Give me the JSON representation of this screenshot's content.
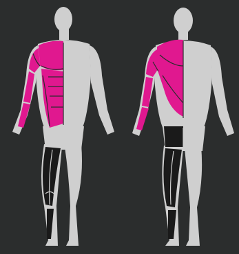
{
  "colors": {
    "background": "#2b2d2d",
    "body_gray": "#cfcfcf",
    "upper_highlight": "#e0188f",
    "lower_highlight": "#1a1a1a",
    "muscle_lines": "#2b2d2d"
  },
  "figures": [
    {
      "view": "front",
      "upper_body_muscles": "highlighted-pink",
      "legs": "highlighted-black"
    },
    {
      "view": "back",
      "upper_body_muscles": "highlighted-pink",
      "legs": "highlighted-black"
    }
  ]
}
